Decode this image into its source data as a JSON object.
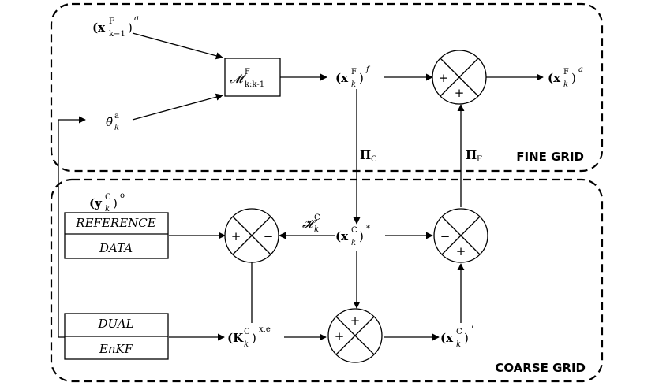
{
  "regions": {
    "fine": "FINE GRID",
    "coarse": "COARSE GRID"
  },
  "blocks": {
    "model_op": {
      "main": "𝓜",
      "sup": "F",
      "sub": "k:k-1"
    },
    "reference": {
      "line1": "REFERENCE",
      "line2": "DATA"
    },
    "enkf": {
      "line1": "DUAL",
      "line2": "EnKF"
    }
  },
  "variables": {
    "x_prev_analysis": {
      "main": "(x",
      "sup": "F",
      "sub": "k−1",
      "close": ")",
      "post": "a"
    },
    "theta": {
      "main": "θ̄",
      "sup": "a",
      "sub": "k"
    },
    "x_forecast": {
      "main": "(x",
      "sup": "F",
      "sub": "k",
      "close": ")",
      "post": "f"
    },
    "x_fine_analysis": {
      "main": "(x",
      "sup": "F",
      "sub": "k",
      "close": ")",
      "post": "a"
    },
    "y_obs": {
      "main": "(y",
      "sup": "C",
      "sub": "k",
      "close": ")",
      "post": "o"
    },
    "x_coarse_star": {
      "main": "(x",
      "sup": "C",
      "sub": "k",
      "close": ")",
      "post": "*"
    },
    "kalman_gain": {
      "main": "(K",
      "sup": "C",
      "sub": "k",
      "close": ")",
      "post": "x,e"
    },
    "x_coarse_prime": {
      "main": "(x",
      "sup": "C",
      "sub": "k",
      "close": ")",
      "post": "'"
    }
  },
  "operators": {
    "projection_coarse": {
      "main": "Π",
      "sub": "C"
    },
    "projection_fine": {
      "main": "Π",
      "sub": "F"
    },
    "observation": {
      "main": "𝓗",
      "sup": "C",
      "sub": "k"
    }
  },
  "summation_signs": {
    "fine_sum": {
      "left": "+",
      "bottom": "+"
    },
    "innovation": {
      "left": "+",
      "right": "−"
    },
    "coarse_update": {
      "top": "+",
      "left": "+"
    },
    "correction": {
      "left": "−",
      "bottom": "+"
    }
  }
}
